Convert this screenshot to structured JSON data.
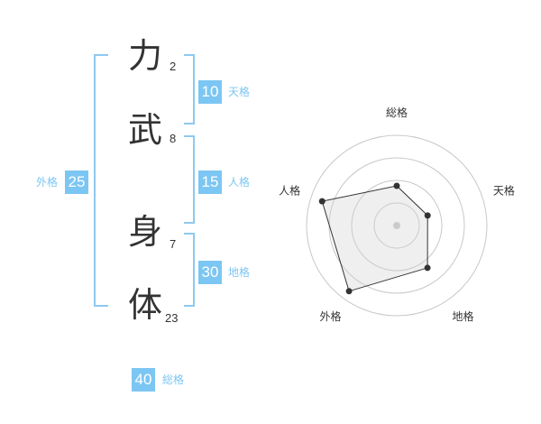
{
  "name": {
    "chars": [
      {
        "char": "力",
        "strokes": "2"
      },
      {
        "char": "武",
        "strokes": "8"
      },
      {
        "char": "身",
        "strokes": "7"
      },
      {
        "char": "体",
        "strokes": "23"
      }
    ]
  },
  "kaku": {
    "tenkaku": {
      "value": "10",
      "label": "天格"
    },
    "jinkaku": {
      "value": "15",
      "label": "人格"
    },
    "chikaku": {
      "value": "30",
      "label": "地格"
    },
    "gaikaku": {
      "value": "25",
      "label": "外格"
    },
    "soukaku": {
      "value": "40",
      "label": "総格"
    }
  },
  "chart_data": {
    "type": "radar",
    "axes": [
      "総格",
      "天格",
      "地格",
      "外格",
      "人格"
    ],
    "values": [
      0.44,
      0.36,
      0.58,
      0.9,
      0.87
    ],
    "range": [
      0,
      1
    ],
    "rings": 4
  }
}
